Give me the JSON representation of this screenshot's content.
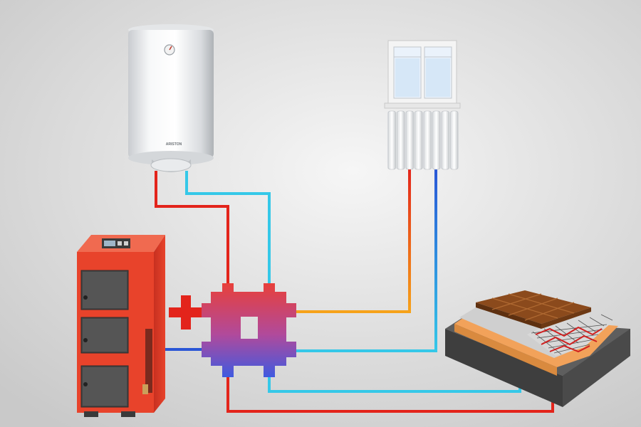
{
  "diagram": {
    "colors": {
      "hot": "#e3241b",
      "warm": "#f6a21a",
      "cold": "#2a56d6",
      "cool": "#35c8e8",
      "background": "#e6e6e6",
      "boiler_body": "#e8432b"
    },
    "water_heater": {
      "brand_label": "ARISTON",
      "icon": "water-heater-icon"
    },
    "window": {
      "icon": "window-icon"
    },
    "radiator": {
      "icon": "radiator-icon",
      "sections": 8
    },
    "boiler": {
      "icon": "solid-fuel-boiler-icon",
      "doors": 3
    },
    "distribution_manifold": {
      "icon": "hydraulic-manifold-icon"
    },
    "underfloor_heating": {
      "icon": "underfloor-heating-icon"
    },
    "connection_symbol": {
      "icon": "plus-icon"
    }
  }
}
